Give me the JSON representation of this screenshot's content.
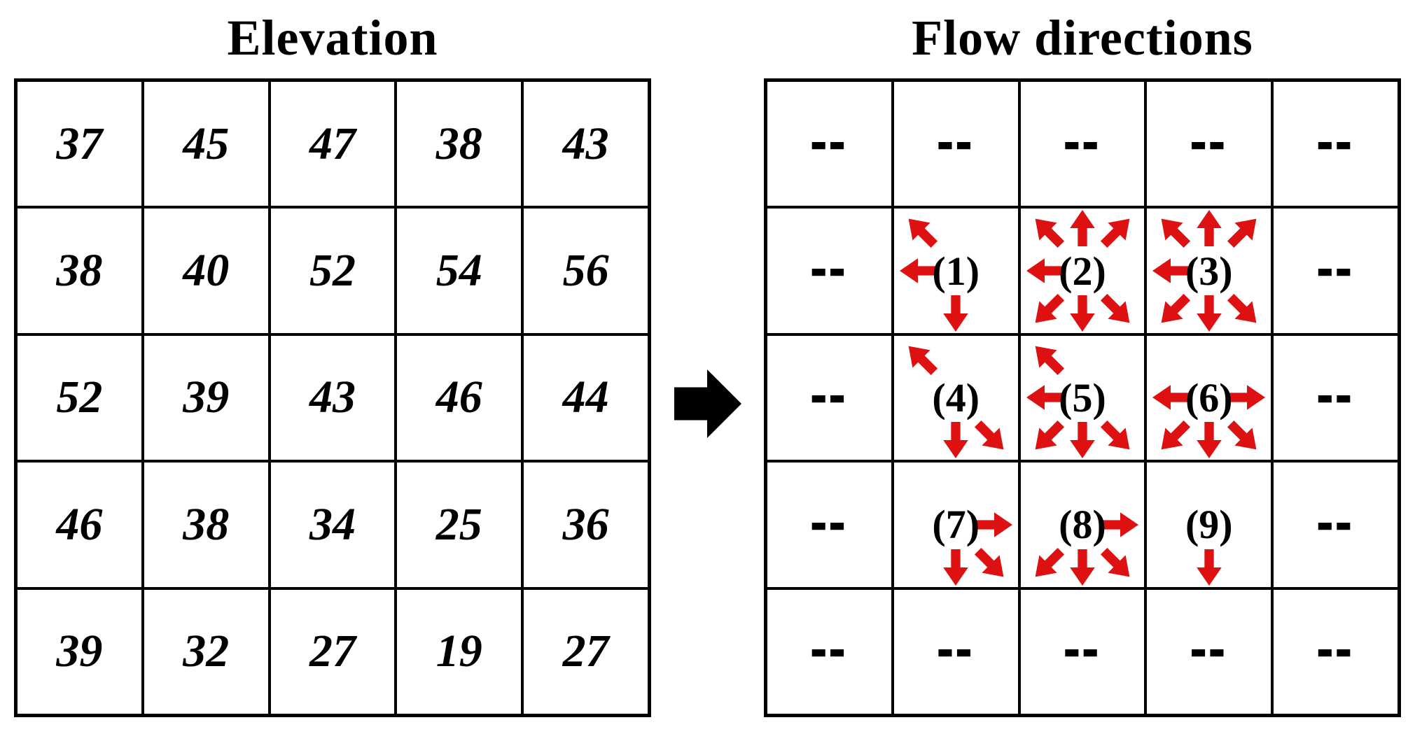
{
  "figure": {
    "left_panel_title": "Elevation",
    "right_panel_title": "Flow directions",
    "transform_arrow_icon": "right-block-arrow"
  },
  "colors": {
    "arrow_red": "#dd1111",
    "black": "#000000",
    "background": "#ffffff"
  },
  "elevation_grid": {
    "rows": 5,
    "cols": 5,
    "values": [
      [
        37,
        45,
        47,
        38,
        43
      ],
      [
        38,
        40,
        52,
        54,
        56
      ],
      [
        52,
        39,
        43,
        46,
        44
      ],
      [
        46,
        38,
        34,
        25,
        36
      ],
      [
        39,
        32,
        27,
        19,
        27
      ]
    ]
  },
  "flow_grid": {
    "rows": 5,
    "cols": 5,
    "no_data_marker": "--",
    "cells": [
      [
        {
          "label": "--"
        },
        {
          "label": "--"
        },
        {
          "label": "--"
        },
        {
          "label": "--"
        },
        {
          "label": "--"
        }
      ],
      [
        {
          "label": "--"
        },
        {
          "label": "(1)",
          "arrows": [
            "nw",
            "w",
            "s"
          ]
        },
        {
          "label": "(2)",
          "arrows": [
            "nw",
            "n",
            "ne",
            "w",
            "sw",
            "s",
            "se"
          ]
        },
        {
          "label": "(3)",
          "arrows": [
            "nw",
            "n",
            "ne",
            "w",
            "sw",
            "s",
            "se"
          ]
        },
        {
          "label": "--"
        }
      ],
      [
        {
          "label": "--"
        },
        {
          "label": "(4)",
          "arrows": [
            "nw",
            "s",
            "se"
          ]
        },
        {
          "label": "(5)",
          "arrows": [
            "nw",
            "w",
            "sw",
            "s",
            "se"
          ]
        },
        {
          "label": "(6)",
          "arrows": [
            "w",
            "e",
            "sw",
            "s",
            "se"
          ]
        },
        {
          "label": "--"
        }
      ],
      [
        {
          "label": "--"
        },
        {
          "label": "(7)",
          "arrows": [
            "e",
            "s",
            "se"
          ]
        },
        {
          "label": "(8)",
          "arrows": [
            "e",
            "sw",
            "s",
            "se"
          ]
        },
        {
          "label": "(9)",
          "arrows": [
            "s"
          ]
        },
        {
          "label": "--"
        }
      ],
      [
        {
          "label": "--"
        },
        {
          "label": "--"
        },
        {
          "label": "--"
        },
        {
          "label": "--"
        },
        {
          "label": "--"
        }
      ]
    ]
  }
}
